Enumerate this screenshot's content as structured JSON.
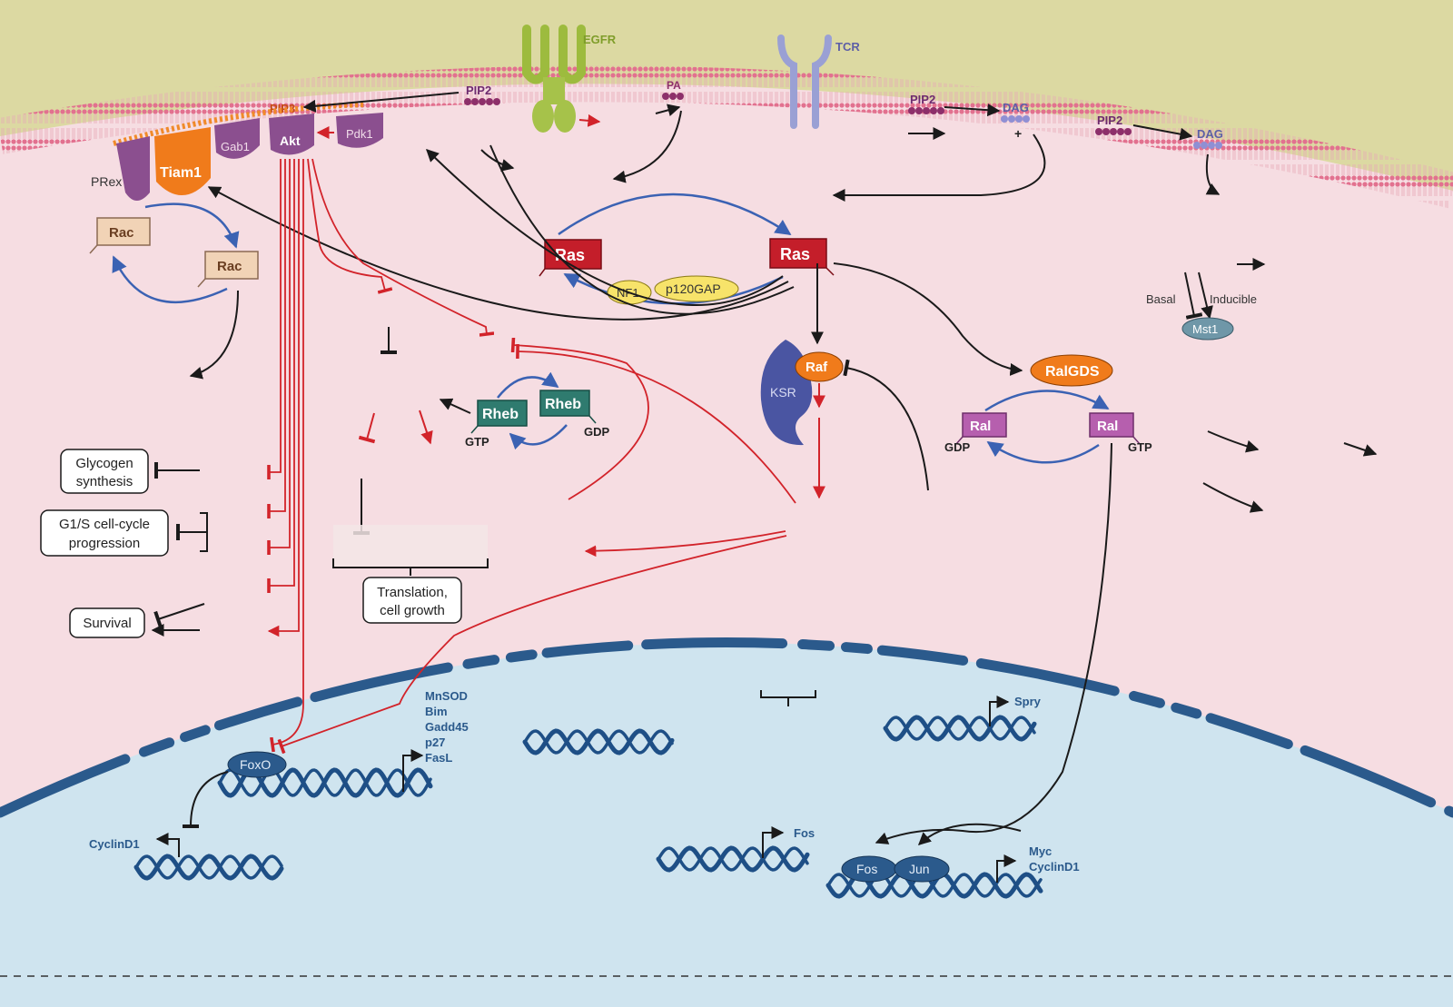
{
  "colors": {
    "extracellular": "#dcd9a2",
    "cytoplasm": "#f6dde2",
    "nucleus": "#cfe4ef",
    "membrane_head": "#e2718f",
    "nuclear_envelope": "#2b5a8c",
    "activation_arrow": "#1a1a1a",
    "akt_arrow": "#d2232a",
    "cycle_arrow": "#3b62b3",
    "ras": "#c41e2a",
    "raf": "#f07b1b",
    "rheb": "#2f7b6f",
    "ral": "#b65fae",
    "rac": "#f1d3b6",
    "dna": "#1e4f86"
  },
  "membrane": {
    "receptors": {
      "egfr": "EGFR",
      "tcr": "TCR"
    },
    "lipids": {
      "pip2_a": "PIP2",
      "pip3": "PIP3",
      "pa": "PA",
      "pip2_b": "PIP2",
      "dag_b": "DAG",
      "pip2_c": "PIP2",
      "dag_c": "DAG"
    },
    "proteins": {
      "gab1": "Gab1",
      "akt": "Akt",
      "pdk1": "Pdk1",
      "tiam1": "Tiam1",
      "prex": "PRex"
    },
    "plus_sign": "+"
  },
  "cytoplasm": {
    "rac_1": "Rac",
    "rac_2": "Rac",
    "ras_left": "Ras",
    "ras_right": "Ras",
    "nf1": "NF1",
    "p120gap": "p120GAP",
    "raf": "Raf",
    "ksr": "KSR",
    "ralgds": "RalGDS",
    "ral_gdp": "Ral",
    "ral_gtp": "Ral",
    "gdp_ral": "GDP",
    "gtp_ral": "GTP",
    "rheb_gtp": "Rheb",
    "rheb_gdp": "Rheb",
    "gtp_rheb": "GTP",
    "gdp_rheb": "GDP",
    "mst1": "Mst1",
    "basal": "Basal",
    "inducible": "Inducible",
    "outcomes": {
      "glycogen": [
        "Glycogen",
        "synthesis"
      ],
      "cell_cycle": [
        "G1/S cell-cycle",
        "progression"
      ],
      "survival": "Survival",
      "translation": [
        "Translation,",
        "cell growth"
      ]
    }
  },
  "nucleus": {
    "foxo": "FoxO",
    "foxo_targets": [
      "MnSOD",
      "Bim",
      "Gadd45",
      "p27",
      "FasL"
    ],
    "cyclind1_left": "CyclinD1",
    "spry": "Spry",
    "fos_gene": "Fos",
    "fos_tf": "Fos",
    "jun_tf": "Jun",
    "myc_targets": [
      "Myc",
      "CyclinD1"
    ]
  }
}
